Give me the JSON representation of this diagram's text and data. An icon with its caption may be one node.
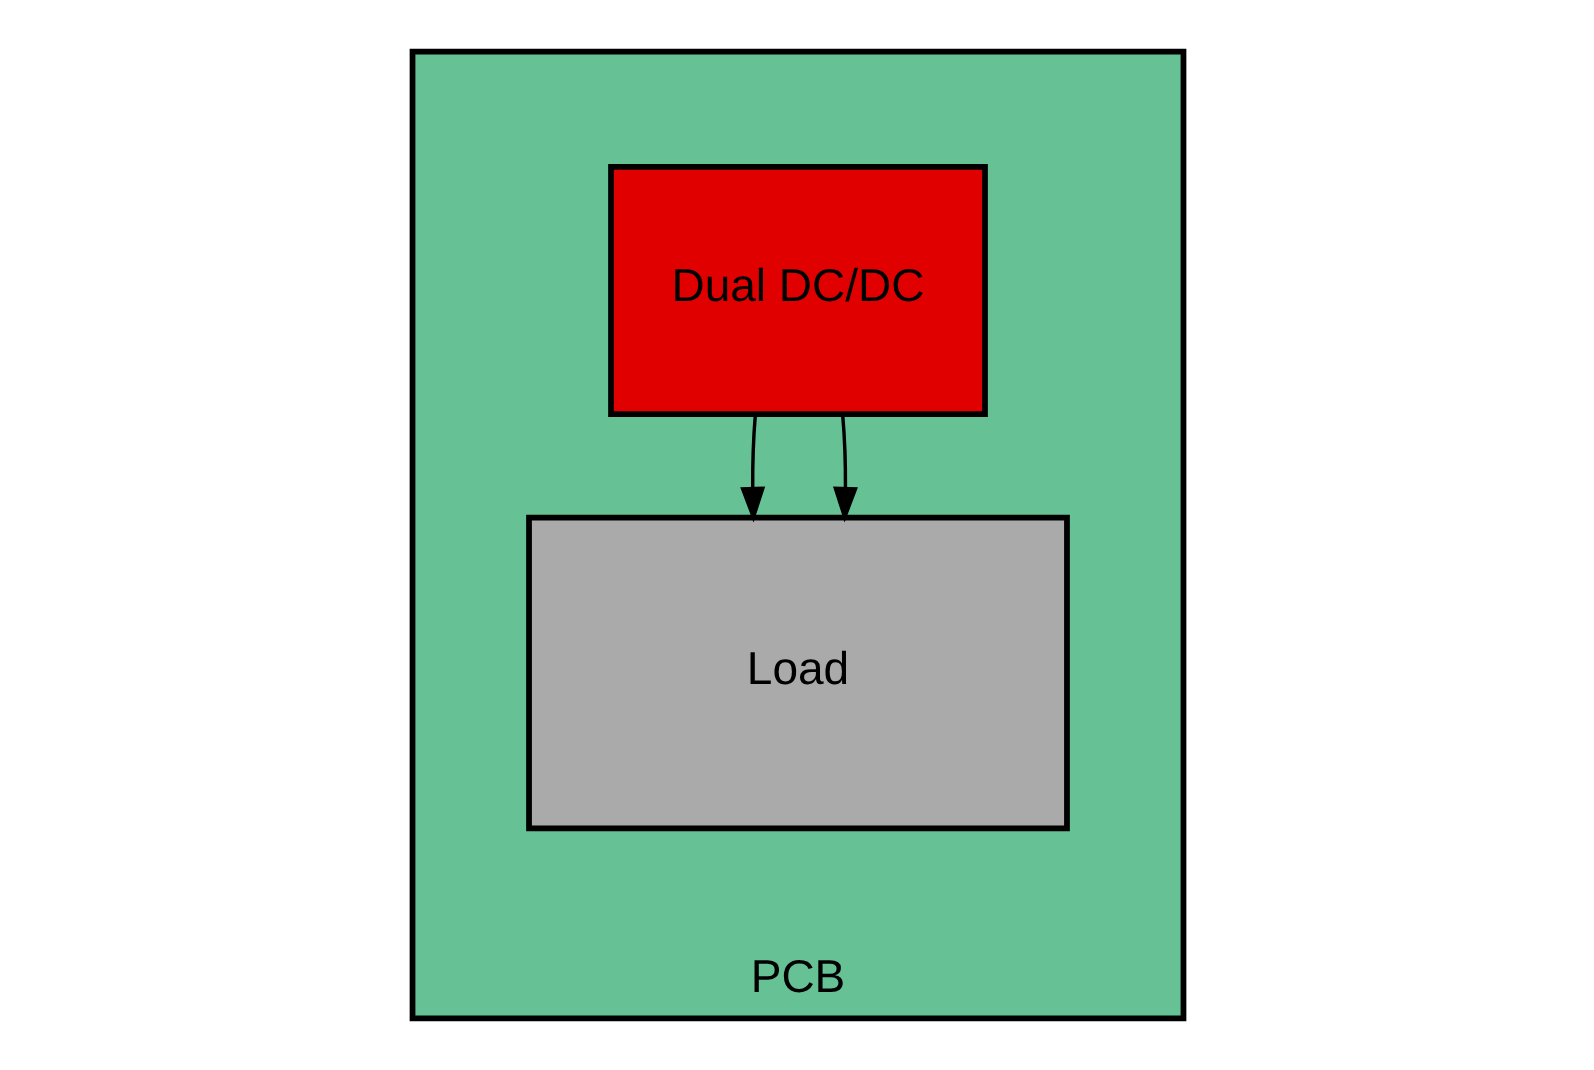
{
  "diagram": {
    "nodes": [
      {
        "text": [
          "PCB"
        ]
      },
      {
        "text": [
          "Dual DC/DC"
        ],
        "in": 0
      },
      {
        "text": [
          "Load"
        ],
        "in": 0
      }
    ],
    "edges": [
      {
        "from": 1,
        "to": 2,
        "arrow": "to"
      },
      {
        "from": 1,
        "to": 2,
        "arrow": "to"
      }
    ]
  }
}
